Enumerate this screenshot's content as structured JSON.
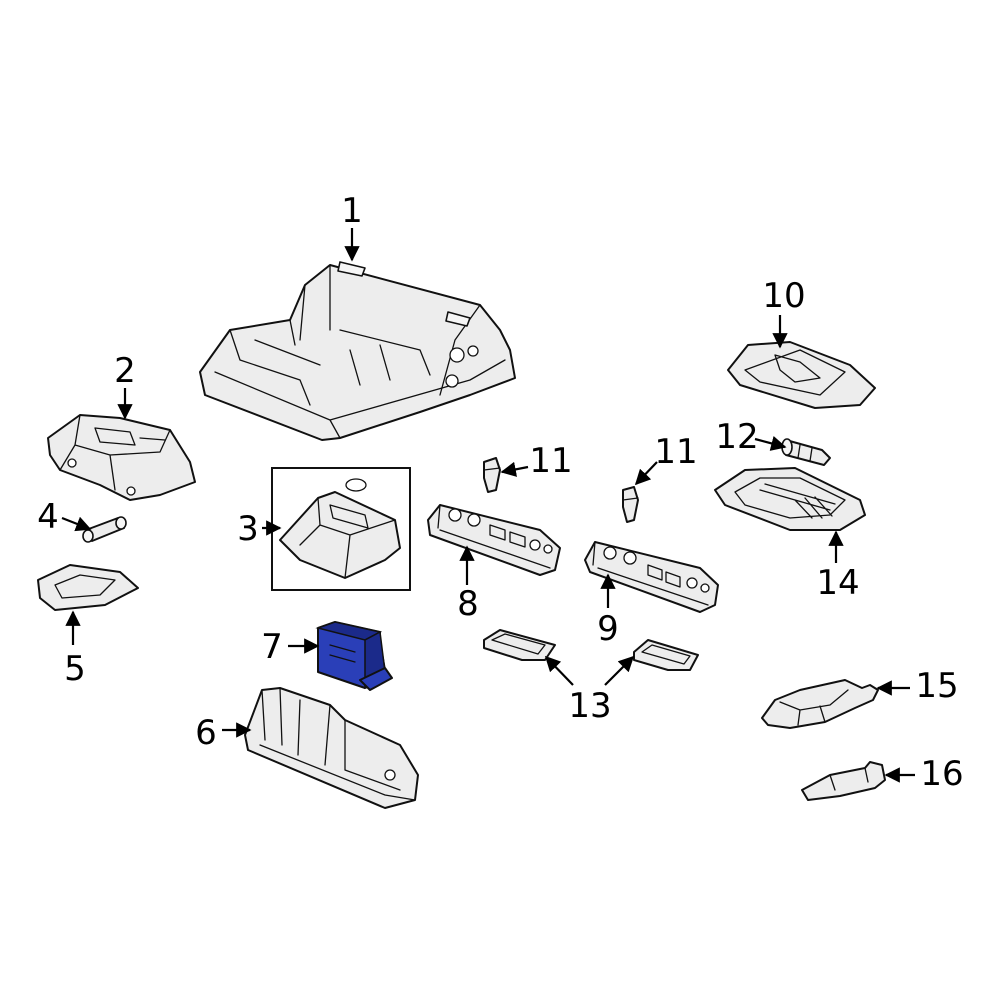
{
  "diagram": {
    "highlight_color": "#2a3fb8",
    "callouts": [
      {
        "id": "c1",
        "label": "1"
      },
      {
        "id": "c2",
        "label": "2"
      },
      {
        "id": "c3",
        "label": "3"
      },
      {
        "id": "c4",
        "label": "4"
      },
      {
        "id": "c5",
        "label": "5"
      },
      {
        "id": "c6",
        "label": "6"
      },
      {
        "id": "c7",
        "label": "7"
      },
      {
        "id": "c8",
        "label": "8"
      },
      {
        "id": "c9",
        "label": "9"
      },
      {
        "id": "c10",
        "label": "10"
      },
      {
        "id": "c11a",
        "label": "11"
      },
      {
        "id": "c11b",
        "label": "11"
      },
      {
        "id": "c12",
        "label": "12"
      },
      {
        "id": "c13",
        "label": "13"
      },
      {
        "id": "c14",
        "label": "14"
      },
      {
        "id": "c15",
        "label": "15"
      },
      {
        "id": "c16",
        "label": "16"
      }
    ]
  }
}
